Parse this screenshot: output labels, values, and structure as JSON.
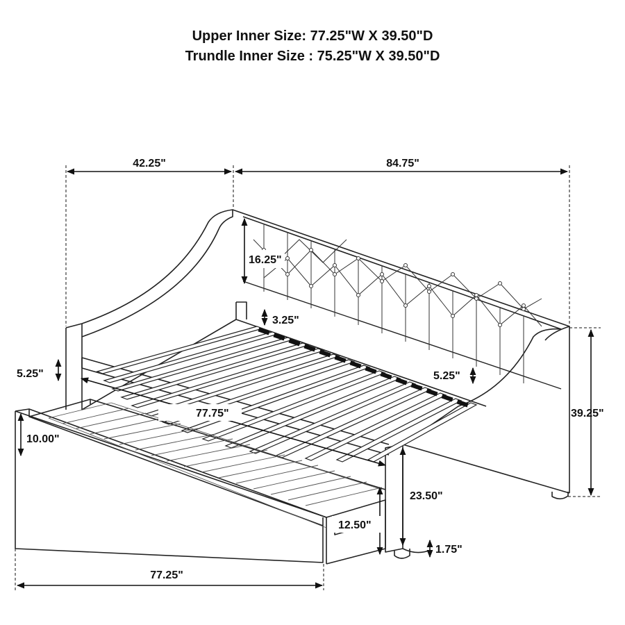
{
  "header": {
    "upper_inner_size": "Upper Inner Size: 77.25\"W X 39.50\"D",
    "trundle_inner_size": "Trundle Inner Size : 75.25\"W X 39.50\"D"
  },
  "dimensions": {
    "arm_depth": "42.25\"",
    "overall_length": "84.75\"",
    "back_height": "16.25\"",
    "back_slat_gap": "3.25\"",
    "front_rail_height": "5.25\"",
    "rear_rail_height": "5.25\"",
    "inner_length": "77.75\"",
    "overall_height": "39.25\"",
    "trundle_height": "10.00\"",
    "arm_height": "23.50\"",
    "trundle_clearance": "12.50\"",
    "leg_height": "1.75\"",
    "trundle_length": "77.25\""
  }
}
